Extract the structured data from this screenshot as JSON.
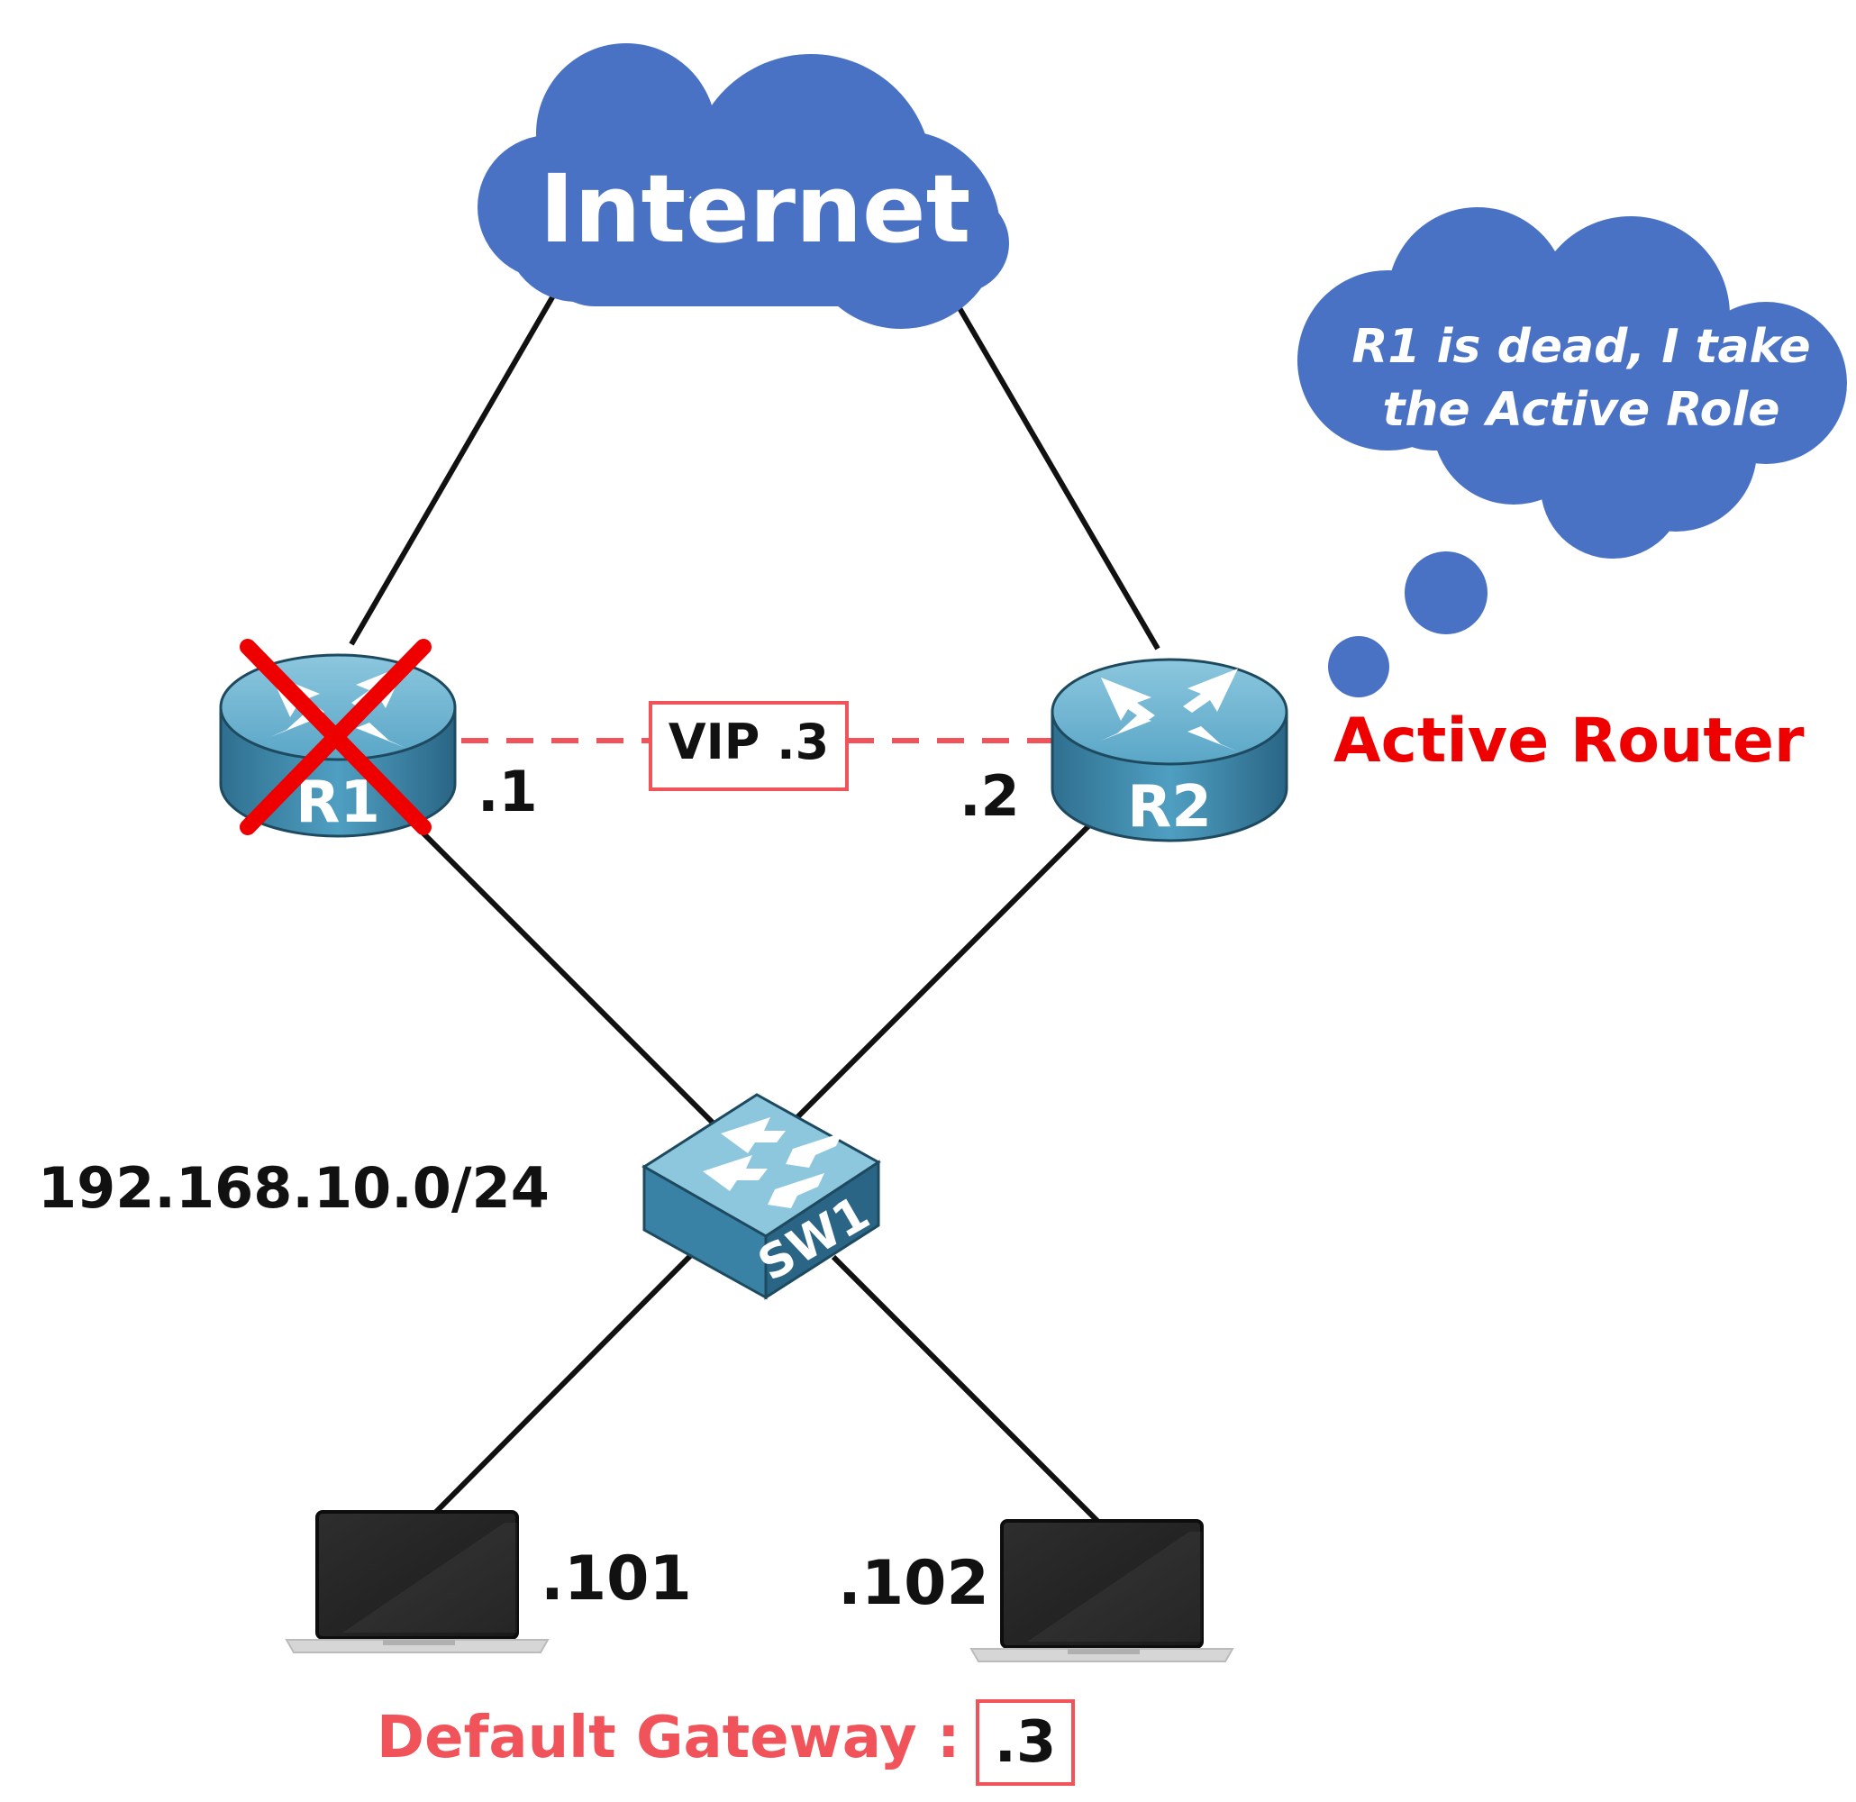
{
  "internet": {
    "label": "Internet"
  },
  "routers": {
    "r1": {
      "label": "R1",
      "ip": ".1",
      "status": "failed"
    },
    "r2": {
      "label": "R2",
      "ip": ".2",
      "role_label": "Active Router"
    }
  },
  "vip": {
    "label": "VIP .3"
  },
  "switch": {
    "label": "SW1"
  },
  "subnet": {
    "label": "192.168.10.0/24"
  },
  "hosts": [
    {
      "ip": ".101"
    },
    {
      "ip": ".102"
    }
  ],
  "gateway": {
    "label": "Default Gateway :",
    "value": ".3"
  },
  "thought": {
    "line1": "R1 is dead, I take",
    "line2": "the Active Role"
  },
  "colors": {
    "cloud": "#4a72c4",
    "router": "#4d9ec0",
    "accent_red": "#ee0000",
    "link_dashed": "#f05359"
  }
}
